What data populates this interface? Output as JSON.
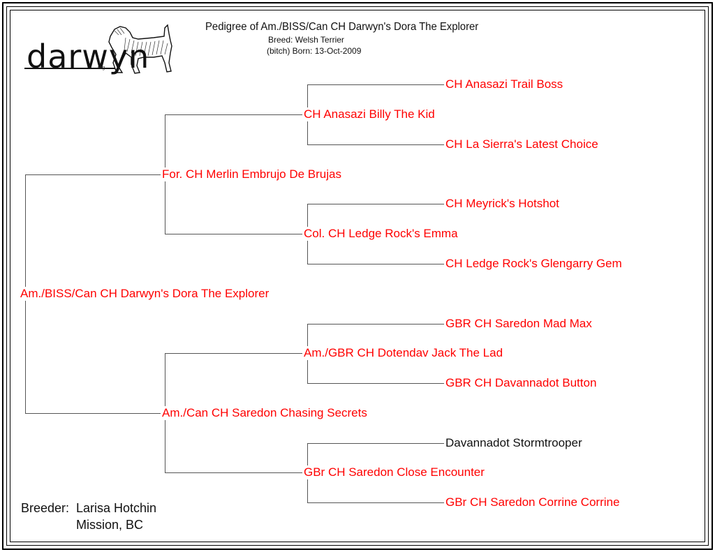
{
  "header": {
    "title": "Pedigree of Am./BISS/Can CH Darwyn's Dora The Explorer",
    "breed": "Breed: Welsh Terrier",
    "born": "(bitch)  Born: 13-Oct-2009"
  },
  "logo": {
    "text": "darwyn",
    "reg": "reg."
  },
  "colors": {
    "titled": "#ff0000",
    "untitled": "#111111",
    "lines": "#555555"
  },
  "pedigree": {
    "subject": "Am./BISS/Can CH Darwyn's Dora The Explorer",
    "sire": "For. CH Merlin Embrujo De Brujas",
    "dam": "Am./Can CH Saredon Chasing Secrets",
    "sire_sire": "CH Anasazi Billy The Kid",
    "sire_dam": "Col. CH Ledge Rock's Emma",
    "dam_sire": "Am./GBR CH Dotendav Jack The Lad",
    "dam_dam": "GBr CH Saredon Close Encounter",
    "ss_sire": "CH Anasazi Trail Boss",
    "ss_dam": "CH La Sierra's Latest Choice",
    "sd_sire": "CH Meyrick's Hotshot",
    "sd_dam": "CH Ledge Rock's Glengarry Gem",
    "ds_sire": "GBR CH Saredon Mad Max",
    "ds_dam": "GBR CH Davannadot Button",
    "dd_sire": "Davannadot Stormtrooper",
    "dd_dam": "GBr CH Saredon Corrine Corrine"
  },
  "breeder": {
    "label": "Breeder:",
    "name": "Larisa Hotchin",
    "location": "Mission, BC"
  }
}
